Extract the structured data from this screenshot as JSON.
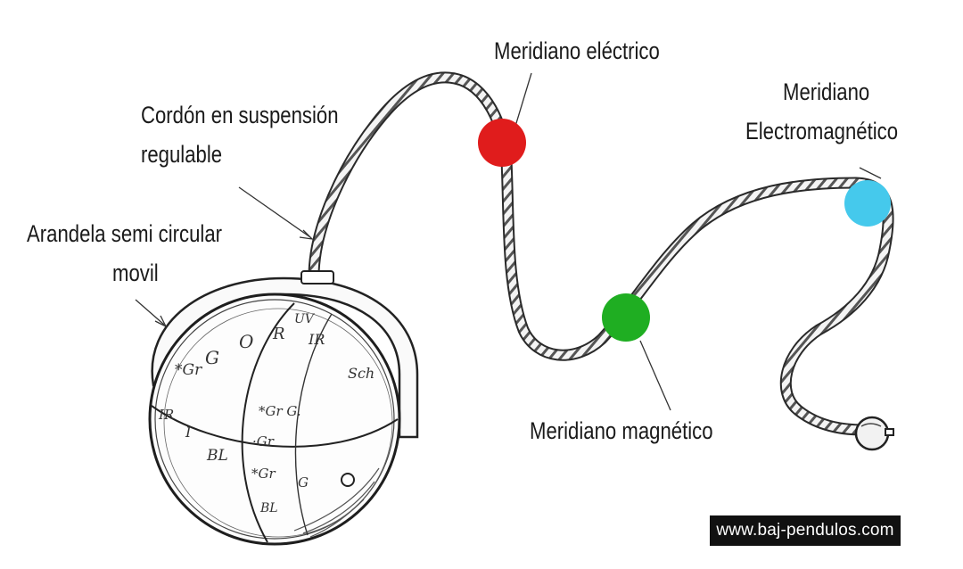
{
  "labels": {
    "meridiano_electrico": "Meridiano eléctrico",
    "meridiano_electromagnetico_line1": "Meridiano",
    "meridiano_electromagnetico_line2": "Electromagnético",
    "cordon_line1": "Cordón en suspensión",
    "cordon_line2": "regulable",
    "arandela_line1": "Arandela semi circular",
    "arandela_line2": "movil",
    "meridiano_magnetico": "Meridiano magnético"
  },
  "watermark": "www.baj-pendulos.com",
  "sphere_markings": {
    "top_row": [
      "*Gr",
      "G",
      "O",
      "R",
      "IR",
      "UV"
    ],
    "right_col": [
      "Sch"
    ],
    "left_row": [
      "IR",
      "I",
      "BL"
    ],
    "inner": [
      "*Gr G.",
      "·Gr",
      "*Gr",
      "G",
      "BL"
    ]
  },
  "markers": {
    "electrico_color": "#e01c1c",
    "magnetico_color": "#1fae22",
    "electromagnetico_color": "#45c9ec"
  }
}
